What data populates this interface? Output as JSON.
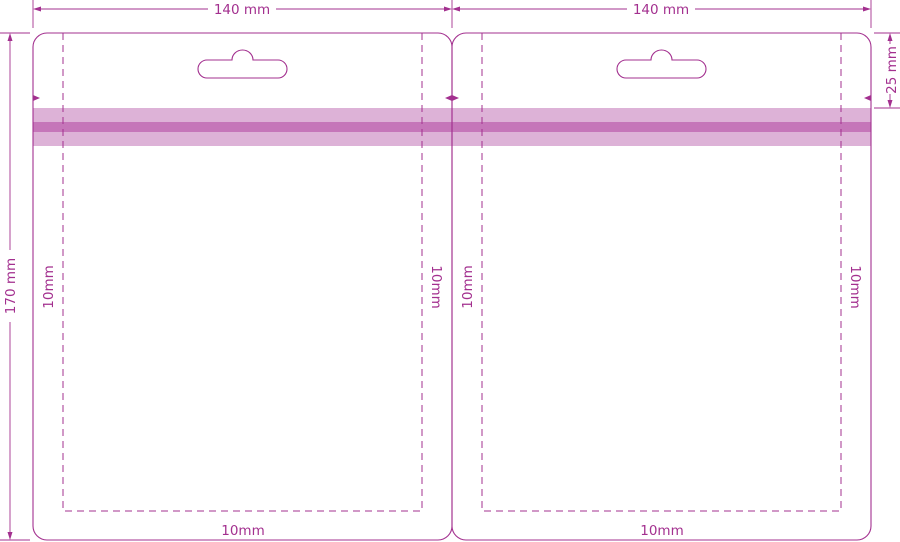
{
  "dimensions": {
    "width_left": "140 mm",
    "width_right": "140 mm",
    "height": "170 mm",
    "zipper_offset": "25 mm"
  },
  "margins": {
    "left_bag_left": "10mm",
    "left_bag_right": "10mm",
    "left_bag_bottom": "10mm",
    "right_bag_left": "10mm",
    "right_bag_right": "10mm",
    "right_bag_bottom": "10mm"
  },
  "colors": {
    "line": "#a3308f",
    "zipper_band": "#ddb2d7",
    "zipper_strip": "#c576b9"
  }
}
